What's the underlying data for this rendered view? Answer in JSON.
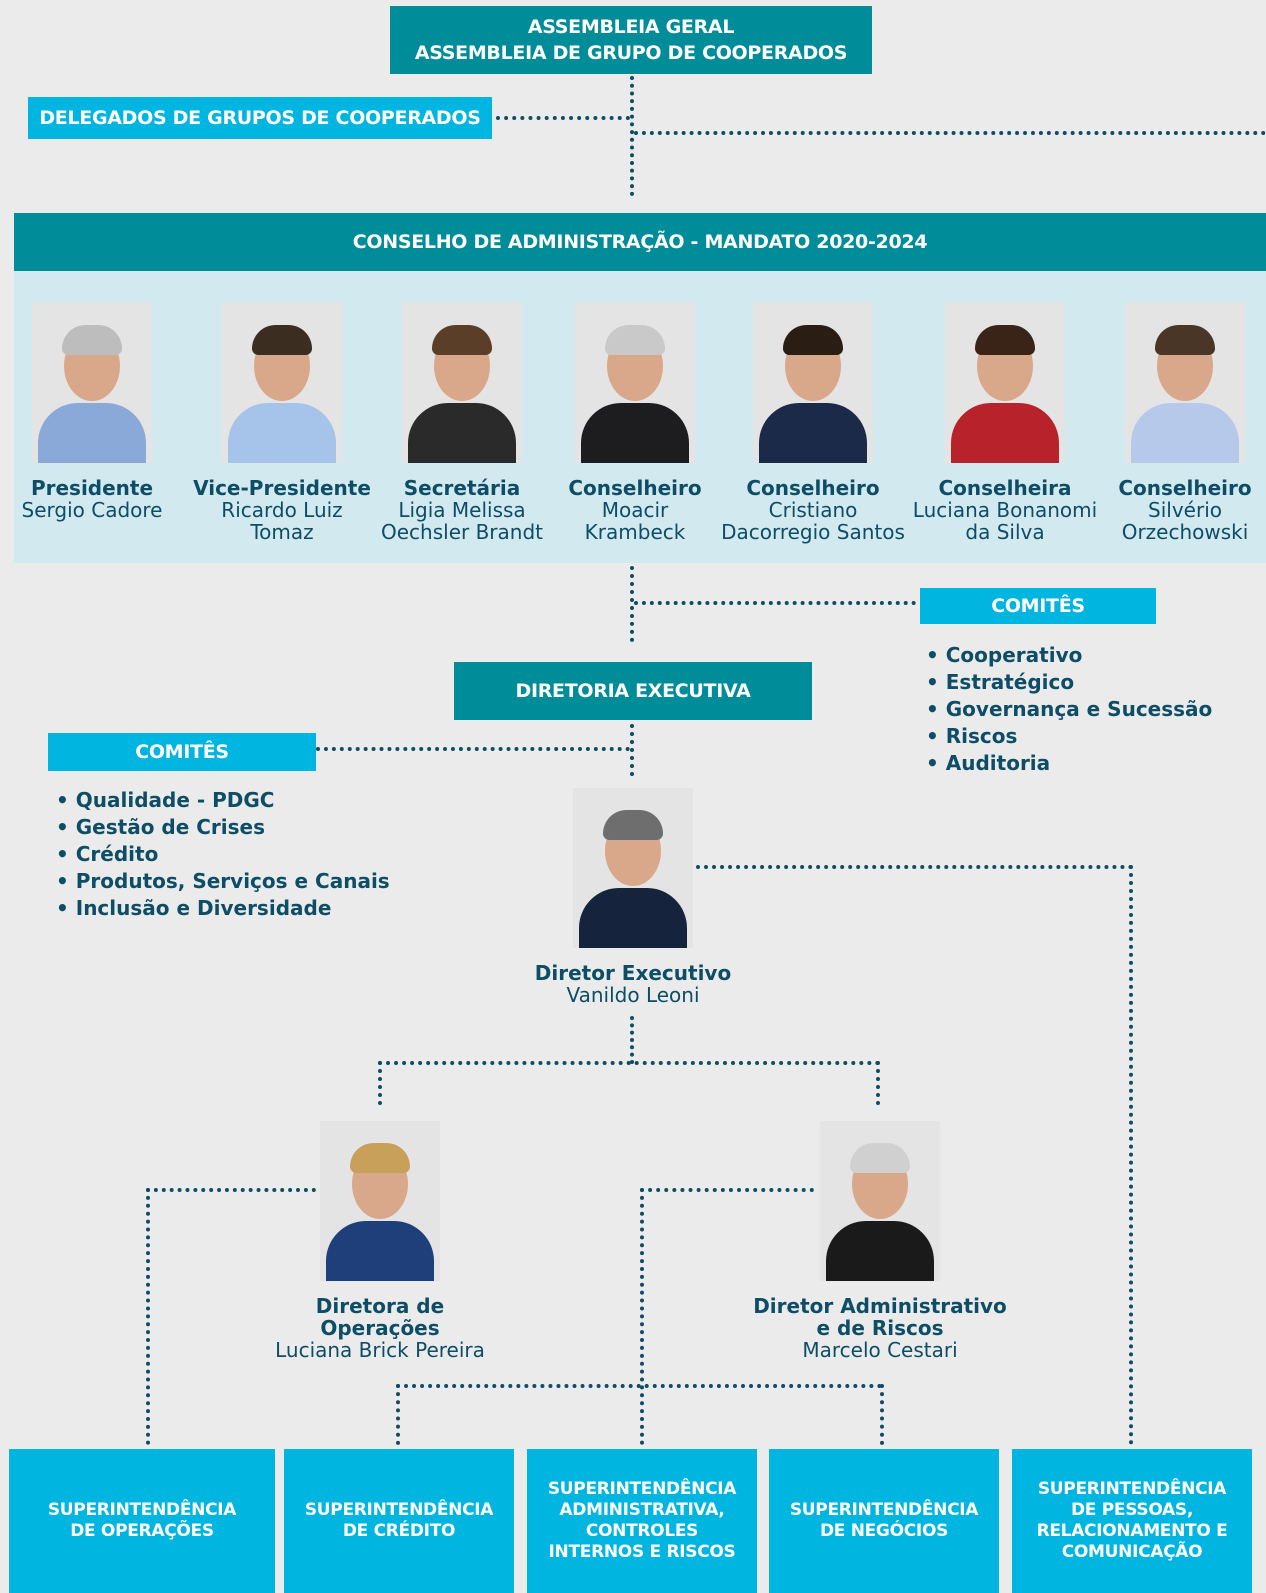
{
  "top_box": {
    "line1": "ASSEMBLEIA GERAL",
    "line2": "ASSEMBLEIA DE GRUPO DE COOPERADOS"
  },
  "delegates_box": "DELEGADOS DE GRUPOS DE COOPERADOS",
  "board": {
    "title": "CONSELHO DE ADMINISTRAÇÃO - MANDATO 2020-2024",
    "members": [
      {
        "role": "Presidente",
        "name_lines": [
          "Sergio Cadore"
        ]
      },
      {
        "role": "Vice-Presidente",
        "name_lines": [
          "Ricardo Luiz",
          "Tomaz"
        ]
      },
      {
        "role": "Secretária",
        "name_lines": [
          "Ligia Melissa",
          "Oechsler Brandt"
        ]
      },
      {
        "role": "Conselheiro",
        "name_lines": [
          "Moacir",
          "Krambeck"
        ]
      },
      {
        "role": "Conselheiro",
        "name_lines": [
          "Cristiano",
          "Dacorregio Santos"
        ]
      },
      {
        "role": "Conselheira",
        "name_lines": [
          "Luciana Bonanomi",
          "da Silva"
        ]
      },
      {
        "role": "Conselheiro",
        "name_lines": [
          "Silvério",
          "Orzechowski"
        ]
      }
    ]
  },
  "committees_board": {
    "title": "COMITÊS",
    "items": [
      "Cooperativo",
      "Estratégico",
      "Governança e Sucessão",
      "Riscos",
      "Auditoria"
    ]
  },
  "executive_box": "DIRETORIA EXECUTIVA",
  "committees_exec": {
    "title": "COMITÊS",
    "items": [
      "Qualidade - PDGC",
      "Gestão de Crises",
      "Crédito",
      "Produtos, Serviços e Canais",
      "Inclusão e Diversidade"
    ]
  },
  "ceo": {
    "role": "Diretor Executivo",
    "name": "Vanildo Leoni"
  },
  "ops_director": {
    "role": "Diretora de Operações",
    "name": "Luciana Brick Pereira"
  },
  "admin_director": {
    "role_lines": [
      "Diretor Administrativo",
      "e de Riscos"
    ],
    "name": "Marcelo Cestari"
  },
  "superintendencies": [
    [
      "SUPERINTENDÊNCIA",
      "DE OPERAÇÕES"
    ],
    [
      "SUPERINTENDÊNCIA",
      "DE CRÉDITO"
    ],
    [
      "SUPERINTENDÊNCIA",
      "ADMINISTRATIVA,",
      "CONTROLES",
      "INTERNOS E RISCOS"
    ],
    [
      "SUPERINTENDÊNCIA",
      "DE NEGÓCIOS"
    ],
    [
      "SUPERINTENDÊNCIA",
      "DE PESSOAS,",
      "RELACIONAMENTO E",
      "COMUNICAÇÃO"
    ]
  ],
  "colors": {
    "teal": "#008c99",
    "cyan": "#00b5e0",
    "navy": "#0d4d66",
    "board_bg": "#d2e9f0",
    "page_bg": "#ebebeb"
  }
}
